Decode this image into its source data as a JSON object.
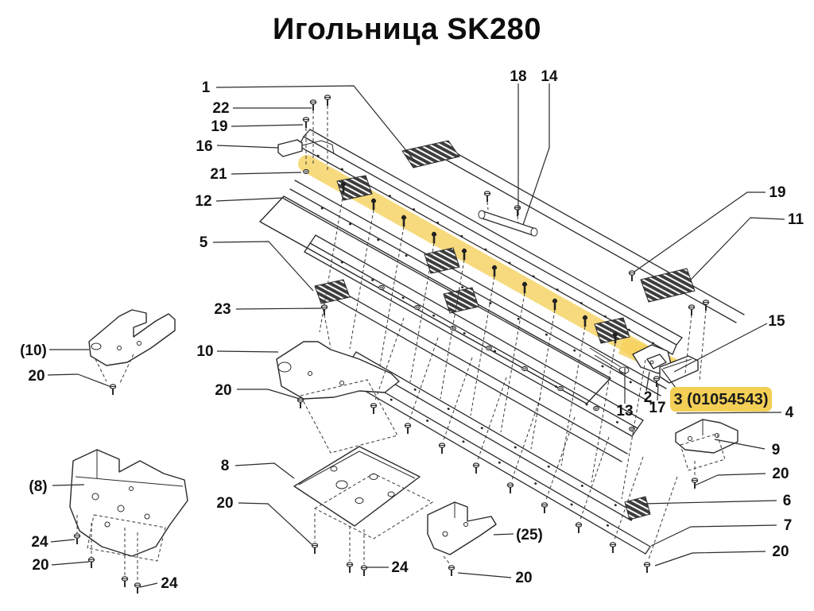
{
  "title": "Игольница SK280",
  "diagram": {
    "type": "exploded-parts-diagram",
    "highlight_color": "#f3cf55",
    "highlighted_part": {
      "number": "3",
      "article": "01054543",
      "label": "3 (01054543)"
    }
  },
  "callouts": [
    {
      "text": "1"
    },
    {
      "text": "22"
    },
    {
      "text": "19"
    },
    {
      "text": "16"
    },
    {
      "text": "21"
    },
    {
      "text": "12"
    },
    {
      "text": "5"
    },
    {
      "text": "23"
    },
    {
      "text": "10"
    },
    {
      "text": "(10)"
    },
    {
      "text": "20"
    },
    {
      "text": "20"
    },
    {
      "text": "8"
    },
    {
      "text": "(8)"
    },
    {
      "text": "24"
    },
    {
      "text": "20"
    },
    {
      "text": "24"
    },
    {
      "text": "20"
    },
    {
      "text": "24"
    },
    {
      "text": "(25)"
    },
    {
      "text": "20"
    },
    {
      "text": "18"
    },
    {
      "text": "14"
    },
    {
      "text": "19"
    },
    {
      "text": "11"
    },
    {
      "text": "15"
    },
    {
      "text": "2"
    },
    {
      "text": "17"
    },
    {
      "text": "13"
    },
    {
      "text": "3 (01054543)"
    },
    {
      "text": "4"
    },
    {
      "text": "9"
    },
    {
      "text": "20"
    },
    {
      "text": "6"
    },
    {
      "text": "7"
    },
    {
      "text": "20"
    }
  ]
}
